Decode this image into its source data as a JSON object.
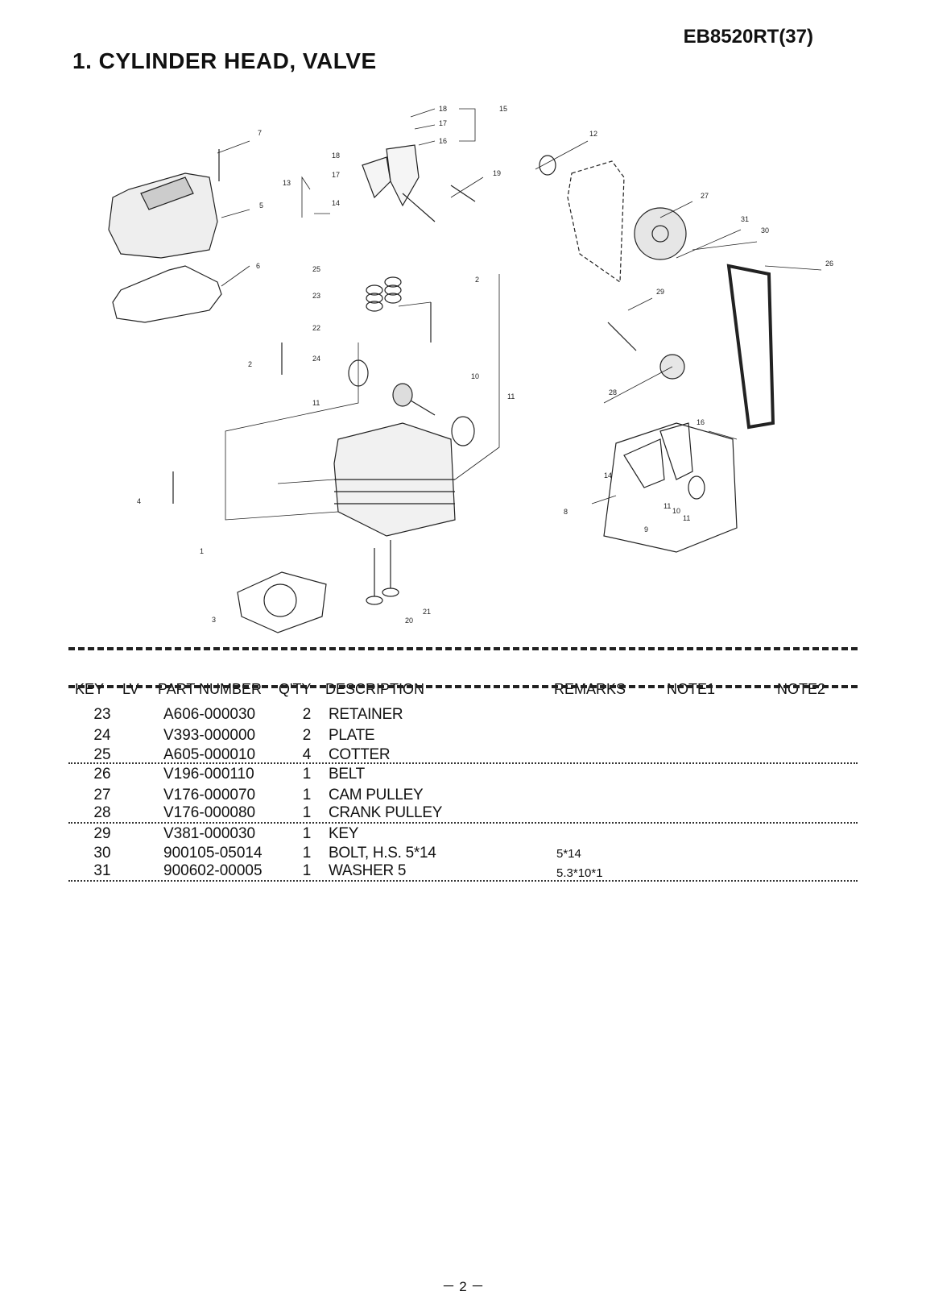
{
  "header": {
    "model": "EB8520RT(37)",
    "title": "1. CYLINDER HEAD, VALVE"
  },
  "callouts": [
    "1",
    "2",
    "2",
    "3",
    "4",
    "5",
    "6",
    "7",
    "8",
    "9",
    "10",
    "10",
    "11",
    "11",
    "11",
    "11",
    "12",
    "13",
    "14",
    "14",
    "15",
    "16",
    "16",
    "17",
    "17",
    "18",
    "18",
    "19",
    "20",
    "21",
    "22",
    "23",
    "24",
    "25",
    "26",
    "27",
    "28",
    "29",
    "30",
    "31"
  ],
  "table": {
    "columns": [
      "KEY",
      "LV",
      "PART NUMBER",
      "Q'TY",
      "DESCRIPTION",
      "REMARKS",
      "NOTE1",
      "NOTE2"
    ],
    "rows": [
      {
        "key": "23",
        "pn": "A606-000030",
        "qty": "2",
        "desc": "RETAINER",
        "rem": ""
      },
      {
        "key": "24",
        "pn": "V393-000000",
        "qty": "2",
        "desc": "PLATE",
        "rem": ""
      },
      {
        "key": "25",
        "pn": "A605-000010",
        "qty": "4",
        "desc": "COTTER",
        "rem": ""
      },
      {
        "key": "26",
        "pn": "V196-000110",
        "qty": "1",
        "desc": "BELT",
        "rem": ""
      },
      {
        "key": "27",
        "pn": "V176-000070",
        "qty": "1",
        "desc": "CAM PULLEY",
        "rem": ""
      },
      {
        "key": "28",
        "pn": "V176-000080",
        "qty": "1",
        "desc": "CRANK PULLEY",
        "rem": ""
      },
      {
        "key": "29",
        "pn": "V381-000030",
        "qty": "1",
        "desc": "KEY",
        "rem": ""
      },
      {
        "key": "30",
        "pn": "900105-05014",
        "qty": "1",
        "desc": "BOLT, H.S.  5*14",
        "rem": "5*14"
      },
      {
        "key": "31",
        "pn": "900602-00005",
        "qty": "1",
        "desc": "WASHER  5",
        "rem": "5.3*10*1"
      }
    ]
  },
  "footer": {
    "page": "－ 2 －"
  }
}
